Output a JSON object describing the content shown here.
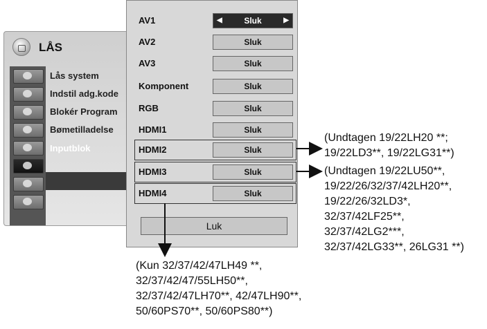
{
  "lock_menu": {
    "title": "LÅS",
    "items": [
      {
        "label": "Lås system"
      },
      {
        "label": "Indstil adg.kode"
      },
      {
        "label": "Blokér Program"
      },
      {
        "label": "Bømetilladelse"
      },
      {
        "label": "Inputblok",
        "selected": true
      }
    ]
  },
  "inputs": [
    {
      "label": "AV1",
      "value": "Sluk",
      "active": true
    },
    {
      "label": "AV2",
      "value": "Sluk"
    },
    {
      "label": "AV3",
      "value": "Sluk"
    },
    {
      "label": "Komponent",
      "value": "Sluk"
    },
    {
      "label": "RGB",
      "value": "Sluk"
    },
    {
      "label": "HDMI1",
      "value": "Sluk"
    },
    {
      "label": "HDMI2",
      "value": "Sluk"
    },
    {
      "label": "HDMI3",
      "value": "Sluk"
    },
    {
      "label": "HDMI4",
      "value": "Sluk"
    }
  ],
  "close_label": "Luk",
  "annotations": {
    "hdmi2": [
      "(Undtagen 19/22LH20 **;",
      "19/22LD3**, 19/22LG31**)"
    ],
    "hdmi3": [
      "(Undtagen 19/22LU50**,",
      "19/22/26/32/37/42LH20**,",
      "19/22/26/32LD3*,",
      "32/37/42LF25**,",
      "32/37/42LG2***,",
      "32/37/42LG33**, 26LG31 **)"
    ],
    "hdmi4": [
      "(Kun 32/37/42/47LH49 **,",
      "32/37/42/47/55LH50**,",
      "32/37/42/47LH70**, 42/47LH90**,",
      "50/60PS70**, 50/60PS80**)"
    ]
  }
}
